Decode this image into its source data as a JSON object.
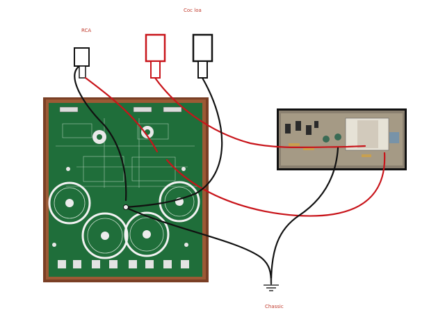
{
  "labels": {
    "coc": "Coc loa",
    "rca": "RCA",
    "chassic": "Chassic"
  },
  "colors": {
    "wire_red": "#c8141a",
    "wire_black": "#111111",
    "pcb_green": "#1f6e3a",
    "pcb_frame": "#6b3a22",
    "module_bg": "#8a8070"
  },
  "icons": [
    "rca-connector-icon",
    "speaker-terminal-red-icon",
    "speaker-terminal-black-icon",
    "ground-symbol-icon"
  ]
}
